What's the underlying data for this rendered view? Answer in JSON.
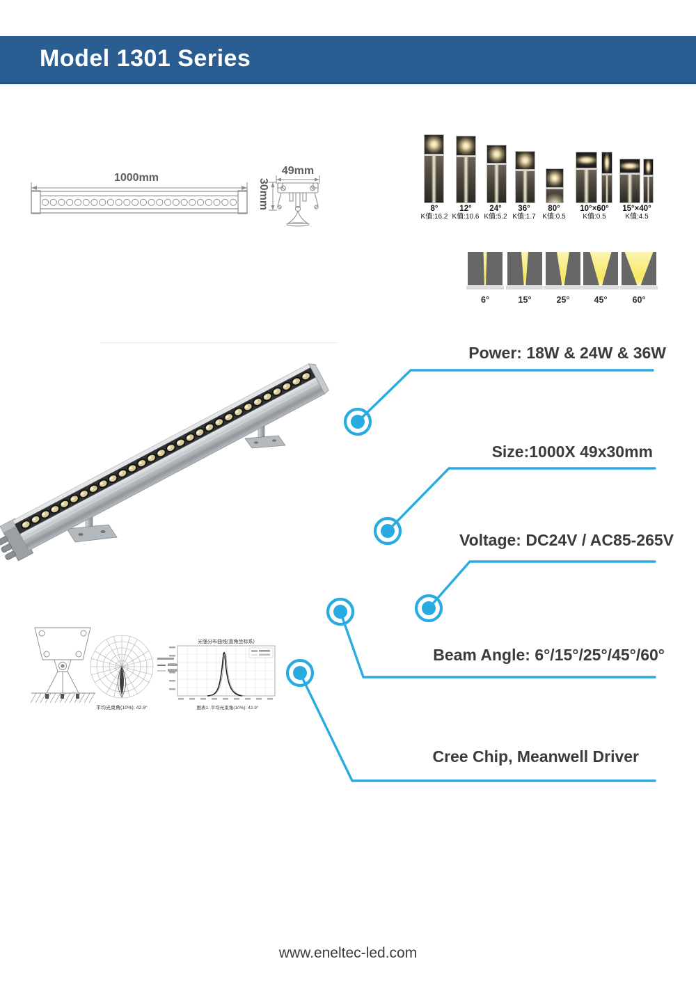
{
  "page": {
    "title": "Model 1301 Series",
    "footer_url": "www.eneltec-led.com",
    "accent_color": "#29abe2",
    "header_color": "#2a5e92"
  },
  "dimension_drawing": {
    "length_label": "1000mm",
    "width_label": "49mm",
    "height_label": "30mm"
  },
  "beam_photos": {
    "items": [
      {
        "angle": "8°",
        "k": "K值:16.2"
      },
      {
        "angle": "12°",
        "k": "K值:10.6"
      },
      {
        "angle": "24°",
        "k": "K值:5.2"
      },
      {
        "angle": "36°",
        "k": "K值:1.7"
      },
      {
        "angle": "80°",
        "k": "K值:0.5"
      },
      {
        "angle": "10°×60°",
        "k": "K值:0.5"
      },
      {
        "angle": "15°×40°",
        "k": "K值:4.5"
      }
    ]
  },
  "beam_wedges": {
    "items": [
      {
        "angle": "6°"
      },
      {
        "angle": "15°"
      },
      {
        "angle": "25°"
      },
      {
        "angle": "45°"
      },
      {
        "angle": "60°"
      }
    ]
  },
  "specs": {
    "items": [
      {
        "label": "Power: 18W & 24W & 36W"
      },
      {
        "label": "Size:1000X 49x30mm"
      },
      {
        "label": "Voltage: DC24V / AC85-265V"
      },
      {
        "label": "Beam Angle: 6°/15°/25°/45°/60°"
      },
      {
        "label": "Cree Chip, Meanwell Driver"
      }
    ]
  },
  "diagrams": {
    "polar_caption": "平均光束角(10%): 42.9°",
    "cartesian_title": "光强分布曲线(直角坐标系)",
    "cartesian_caption": "图表1: 平均光束角(10%): 42.9°"
  }
}
